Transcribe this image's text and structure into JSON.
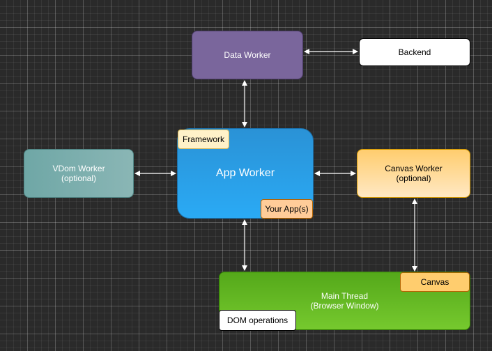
{
  "nodes": {
    "data_worker": "Data Worker",
    "backend": "Backend",
    "vdom_worker": "VDom Worker\n(optional)",
    "app_worker": "App Worker",
    "framework": "Framework",
    "your_apps": "Your App(s)",
    "canvas_worker": "Canvas Worker\n(optional)",
    "main_thread": "Main Thread\n(Browser Window)",
    "canvas": "Canvas",
    "dom_operations": "DOM operations"
  },
  "edges": [
    {
      "from": "data_worker",
      "to": "backend",
      "arrows": "both"
    },
    {
      "from": "data_worker",
      "to": "app_worker",
      "arrows": "both"
    },
    {
      "from": "vdom_worker",
      "to": "app_worker",
      "arrows": "both"
    },
    {
      "from": "app_worker",
      "to": "canvas_worker",
      "arrows": "both"
    },
    {
      "from": "app_worker",
      "to": "main_thread",
      "arrows": "both"
    },
    {
      "from": "canvas_worker",
      "to": "canvas",
      "arrows": "both"
    }
  ],
  "colors": {
    "data_worker": "#7a669c",
    "app_worker": "#2a9ee6",
    "vdom_worker": "#7aaead",
    "canvas_worker": "#ffd98f",
    "main_thread": "#62b624",
    "framework": "#fff2c9",
    "your_apps": "#ffcc99",
    "canvas": "#ffcd6e",
    "backend": "#ffffff",
    "connector": "#ffffff"
  }
}
